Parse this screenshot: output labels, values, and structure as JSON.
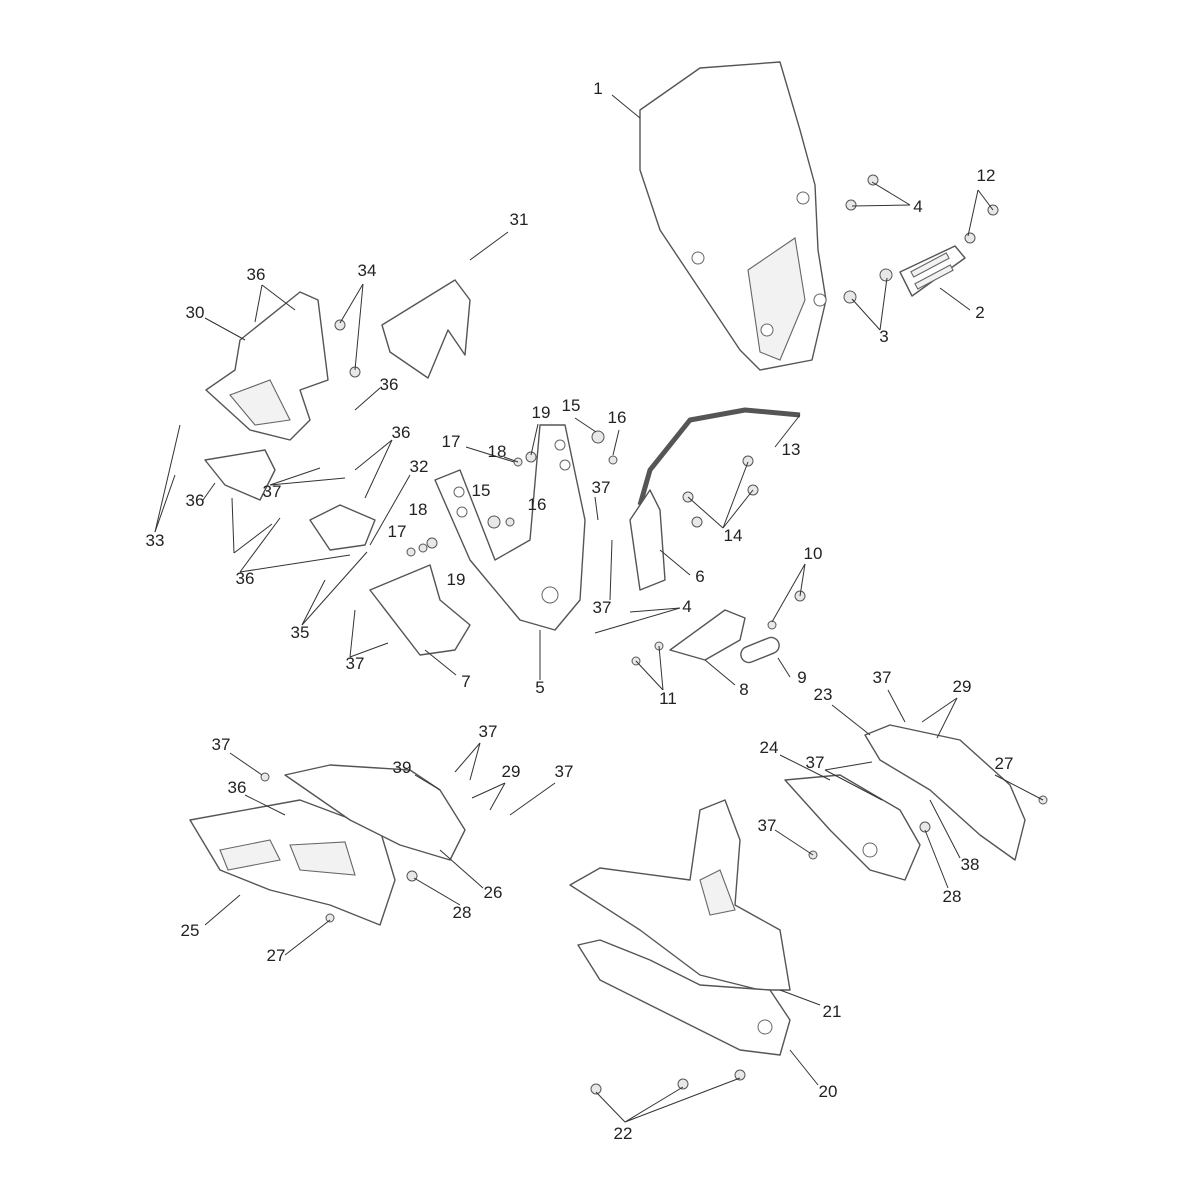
{
  "diagram": {
    "type": "exploded parts diagram",
    "callouts": [
      "1",
      "4",
      "12",
      "2",
      "3",
      "31",
      "36",
      "34",
      "30",
      "36",
      "36",
      "32",
      "33",
      "36",
      "37",
      "36",
      "35",
      "37",
      "7",
      "5",
      "19",
      "15",
      "16",
      "17",
      "18",
      "13",
      "15",
      "16",
      "37",
      "14",
      "18",
      "17",
      "19",
      "37",
      "4",
      "6",
      "10",
      "9",
      "8",
      "11",
      "37",
      "29",
      "23",
      "37",
      "37",
      "39",
      "29",
      "37",
      "36",
      "24",
      "37",
      "27",
      "38",
      "28",
      "37",
      "26",
      "28",
      "25",
      "27",
      "21",
      "20",
      "22"
    ]
  }
}
